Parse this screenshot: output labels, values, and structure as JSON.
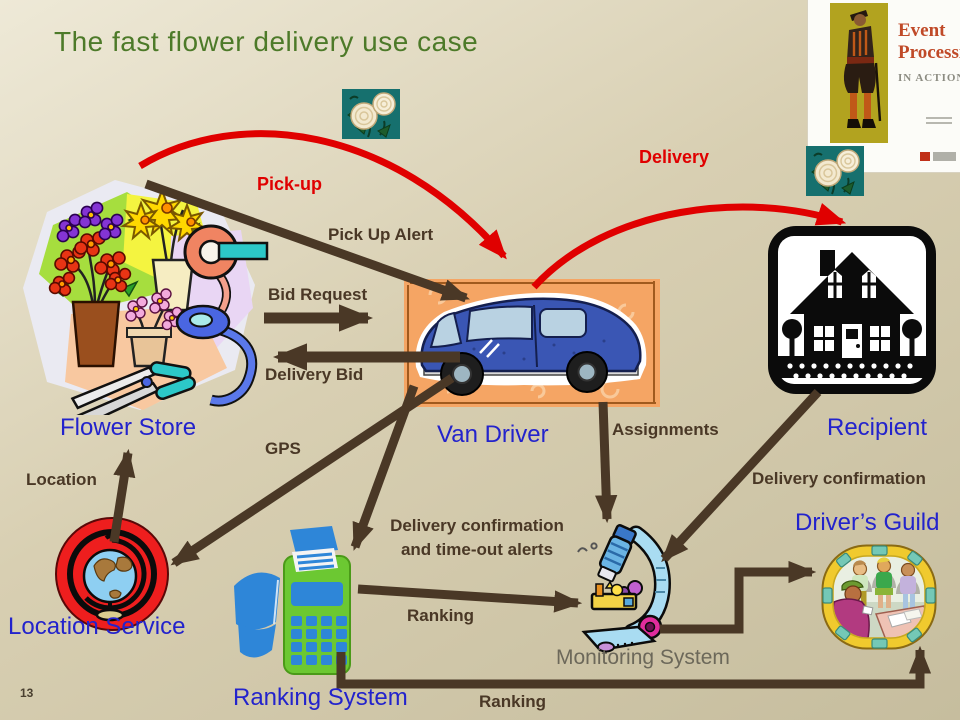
{
  "slide": {
    "title": "The fast flower delivery use case",
    "page_number": "13"
  },
  "colors": {
    "title_green": "#4d7a29",
    "entity_blue": "#2323cc",
    "event_red": "#e00000",
    "arrow_brown": "#4a3826",
    "monitoring_gray": "#6c685a",
    "background_top": "#eee9d7",
    "background_bottom": "#c6bd9e"
  },
  "book_cover": {
    "title_line1": "Event",
    "title_line2": "Processing",
    "title_line3": "IN ACTION"
  },
  "nodes": {
    "flower_store": "Flower Store",
    "van_driver": "Van Driver",
    "recipient": "Recipient",
    "location_service": "Location Service",
    "ranking_system": "Ranking System",
    "monitoring_system": "Monitoring System",
    "drivers_guild": "Driver’s Guild"
  },
  "edges": {
    "pickup": "Pick-up",
    "delivery": "Delivery",
    "pickup_alert": "Pick Up Alert",
    "bid_request": "Bid Request",
    "delivery_bid": "Delivery Bid",
    "gps": "GPS",
    "location": "Location",
    "assignments": "Assignments",
    "delivery_confirmation": "Delivery confirmation",
    "delivery_confirmation_alerts_line1": "Delivery confirmation",
    "delivery_confirmation_alerts_line2": "and time-out alerts",
    "ranking_to_monitoring": "Ranking",
    "ranking_to_guild": "Ranking"
  }
}
